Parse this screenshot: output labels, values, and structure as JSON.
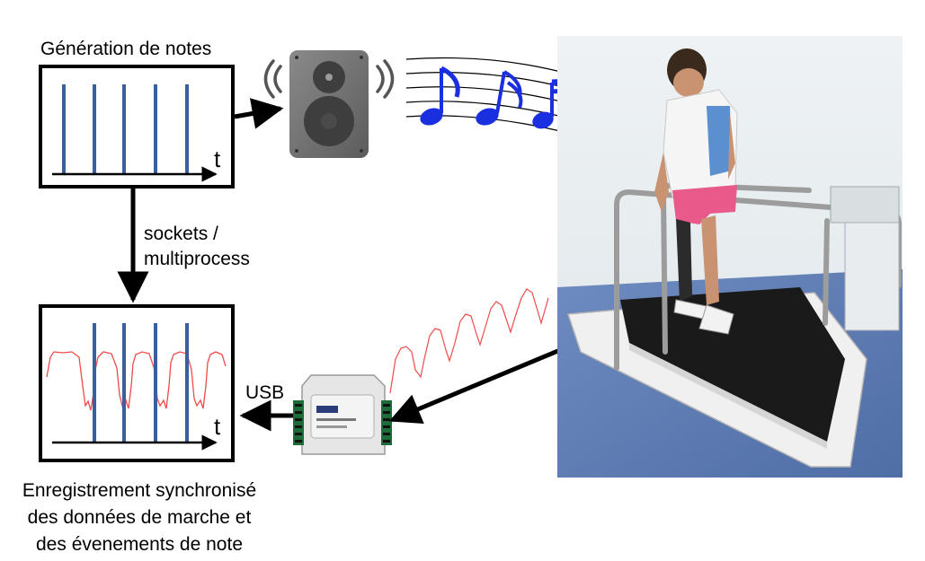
{
  "diagram": {
    "generation_title": "Génération de notes",
    "time_axis_label": "t",
    "link_label_line1": "sockets /",
    "link_label_line2": "multiprocess",
    "usb_label": "USB",
    "caption_line1": "Enregistrement synchronisé",
    "caption_line2": "des données de marche et",
    "caption_line3": "des évenements de note",
    "colors": {
      "note_pulse": "#3a5f9c",
      "gait_signal": "#f04a4a",
      "music_notes": "#1a2fe0",
      "speaker_body": "#707070",
      "background": "#ffffff"
    },
    "icons": [
      "speaker-icon",
      "sound-waves-icon",
      "music-notes-icon",
      "daq-device-icon",
      "treadmill-photo"
    ]
  }
}
